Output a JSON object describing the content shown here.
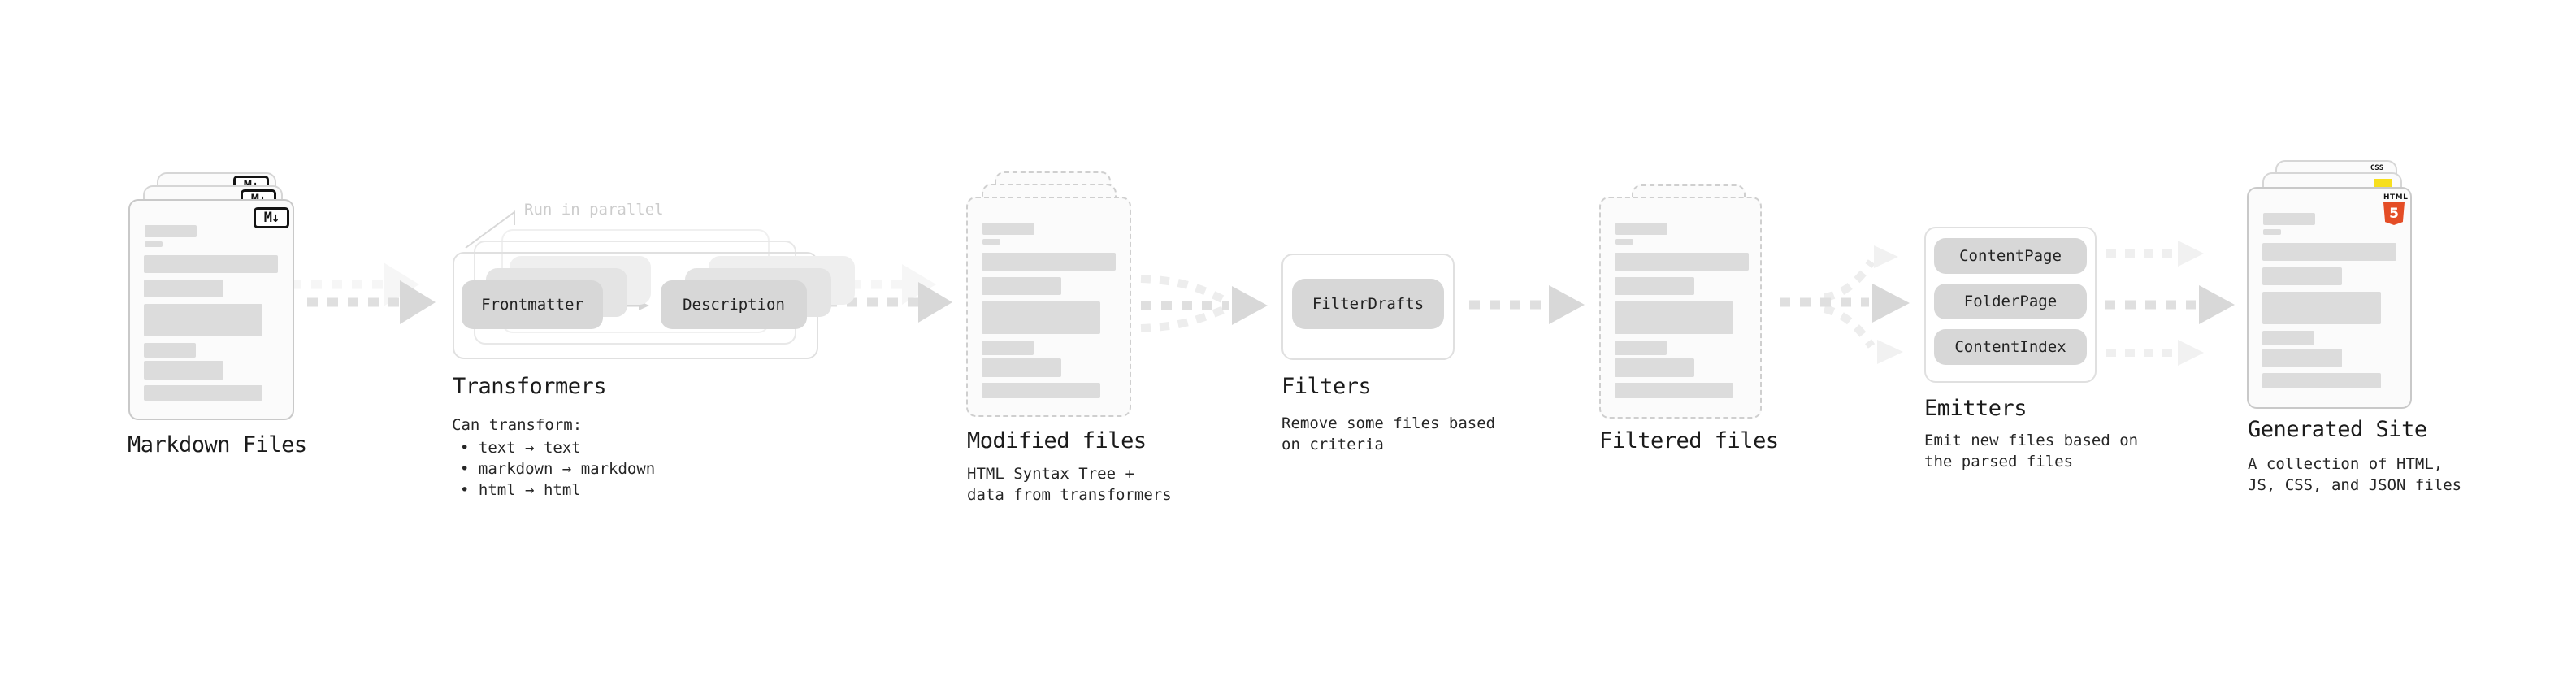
{
  "nodes": {
    "markdown": {
      "label": "Markdown Files",
      "badge": "M↓"
    },
    "transformers": {
      "label": "Transformers",
      "callout": "Run in parallel",
      "pill_left": "Frontmatter",
      "pill_right": "Description",
      "intro": "Can transform:",
      "bullets": [
        "• text → text",
        "• markdown → markdown",
        "• html → html"
      ]
    },
    "modified": {
      "label": "Modified files",
      "sub": [
        "HTML Syntax Tree +",
        "data from transformers"
      ]
    },
    "filters": {
      "label": "Filters",
      "pill": "FilterDrafts",
      "sub": [
        "Remove some files based",
        "on criteria"
      ]
    },
    "filtered": {
      "label": "Filtered files"
    },
    "emitters": {
      "label": "Emitters",
      "pills": [
        "ContentPage",
        "FolderPage",
        "ContentIndex"
      ],
      "sub": [
        "Emit new files based on",
        "the parsed files"
      ]
    },
    "generated": {
      "label": "Generated Site",
      "sub": [
        "A collection of HTML,",
        "JS, CSS, and JSON files"
      ],
      "css_badge": "CSS",
      "html_badge_word": "HTML",
      "html_badge_number": "5"
    }
  },
  "colors": {
    "html5_orange": "#e44d26",
    "js_yellow": "#f7df1e",
    "css_blue": "#2f68f5",
    "arrow_dark": "#d8d8d8",
    "arrow_light": "#efefef",
    "placeholder_bar": "#dcdcdc"
  }
}
